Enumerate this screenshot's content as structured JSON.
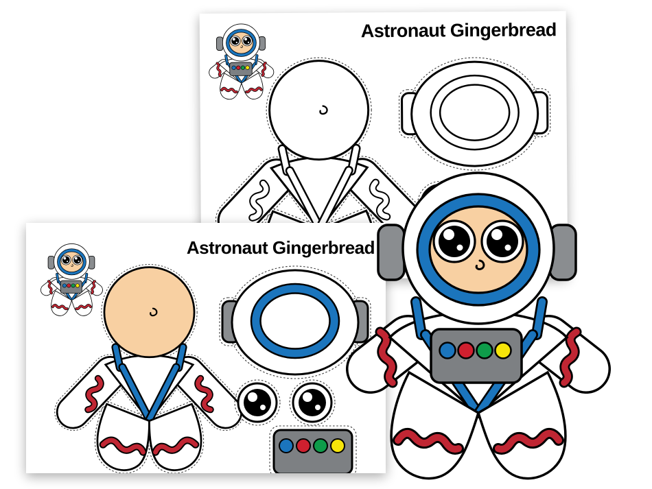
{
  "scene": {
    "type": "printable craft preview",
    "background": "#ffffff",
    "description": "Two overlapping astronaut gingerbread craft template pages with a large assembled astronaut gingerbread figure"
  },
  "pages": {
    "back": {
      "title": "Astronaut Gingerbread",
      "variant": "black-and-white outline version",
      "pieces": [
        "astronaut preview",
        "gingerbread body",
        "helmet",
        "eyes",
        "control panel"
      ]
    },
    "front": {
      "title": "Astronaut Gingerbread",
      "variant": "full color version",
      "pieces": [
        "astronaut preview",
        "gingerbread body",
        "helmet",
        "eyes",
        "control panel"
      ]
    }
  },
  "figure": {
    "name": "assembled astronaut gingerbread character",
    "panel_buttons": [
      "blue",
      "red",
      "green",
      "yellow"
    ],
    "decorations": [
      "blue suspender straps",
      "red rickrack waves on arms and legs",
      "gray headphone earmuffs",
      "blue visor ring"
    ]
  },
  "colors": {
    "outline": "#000000",
    "suit_white": "#ffffff",
    "visor_blue": "#1b75bd",
    "rickrack_red": "#c02633",
    "skin": "#f8d0a2",
    "earmuff_gray": "#8a8d90",
    "panel_gray": "#7d8083",
    "button_green": "#0e9c4a",
    "button_yellow": "#f6e50a"
  }
}
